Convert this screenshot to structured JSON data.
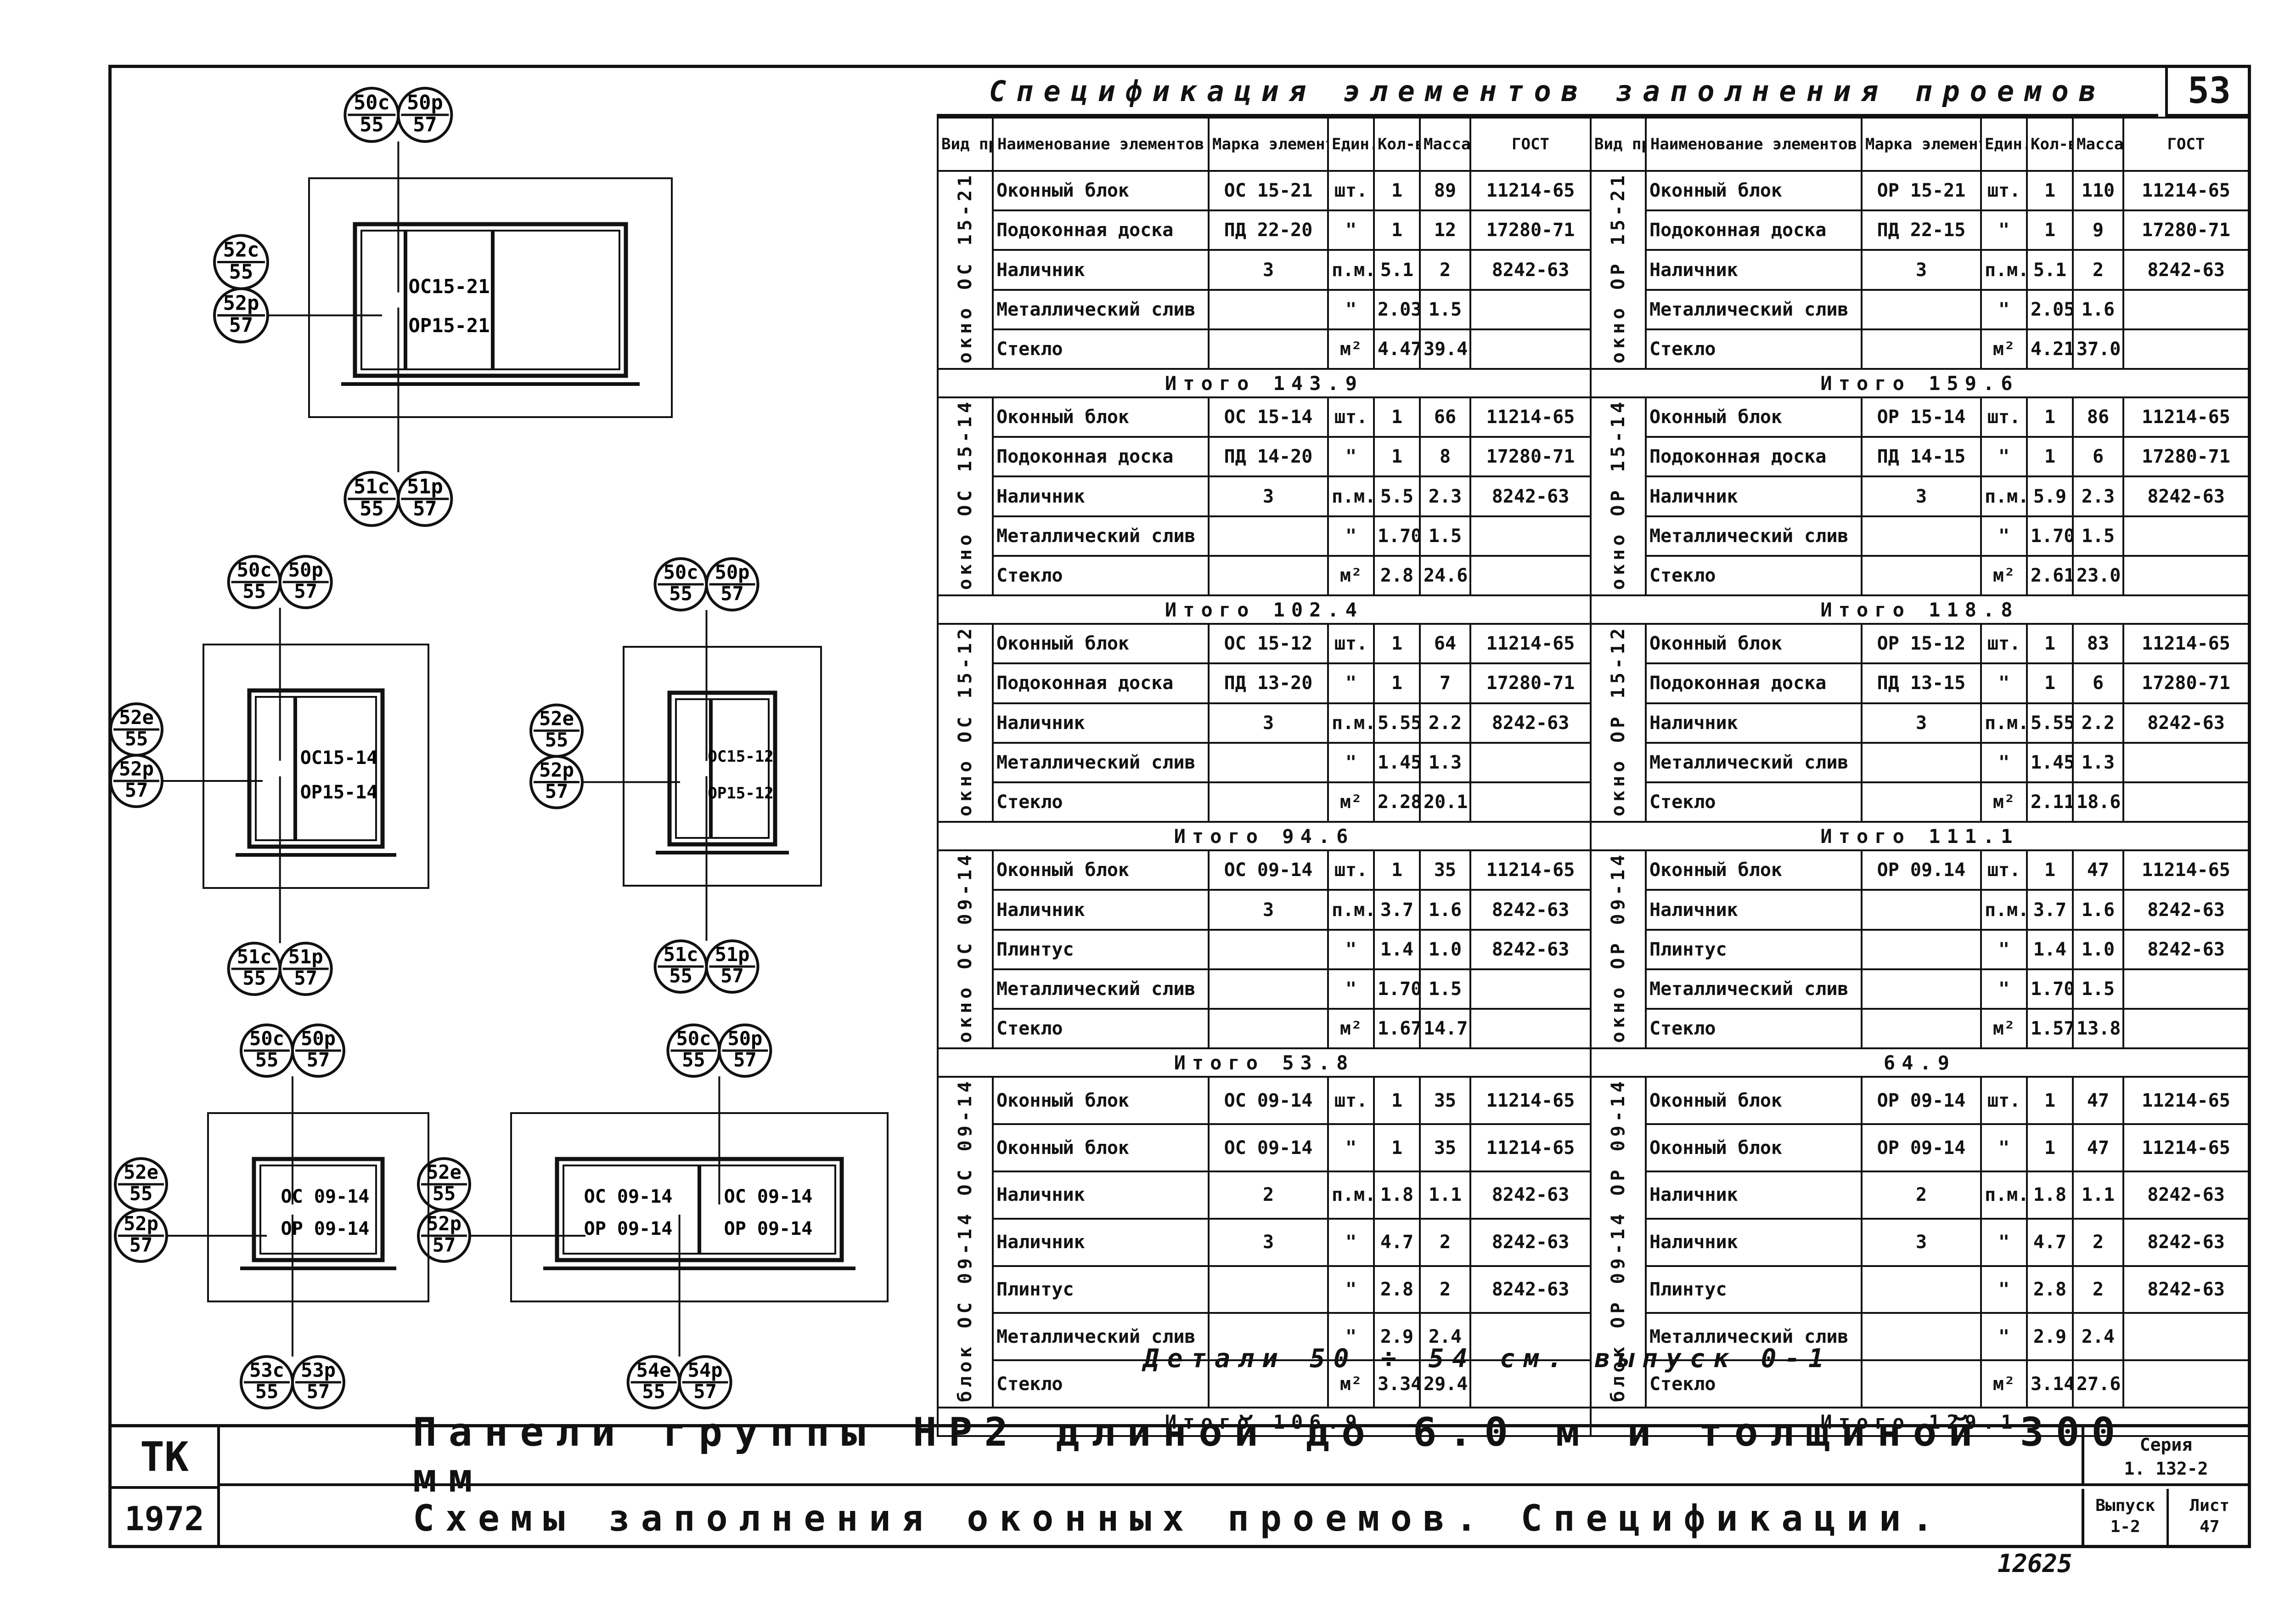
{
  "spec_title": "Спецификация элементов заполнения проемов",
  "sheet_number": "53",
  "headers": {
    "vid": "Вид проема",
    "name": "Наименование элементов",
    "mark": "Марка элемента",
    "unit": "Един. изм.",
    "qty": "Кол-во",
    "mass": "Масса кг",
    "gost": "ГОСТ"
  },
  "left_groups": [
    {
      "label": "окно ОС 15-21",
      "rows": [
        [
          "Оконный блок",
          "ОС 15-21",
          "шт.",
          "1",
          "89",
          "11214-65"
        ],
        [
          "Подоконная доска",
          "ПД 22-20",
          "\"",
          "1",
          "12",
          "17280-71"
        ],
        [
          "Наличник",
          "3",
          "п.м.",
          "5.1",
          "2",
          "8242-63"
        ],
        [
          "Металлический слив",
          "",
          "\"",
          "2.03",
          "1.5",
          ""
        ],
        [
          "Стекло",
          "",
          "м²",
          "4.47",
          "39.4",
          ""
        ]
      ],
      "total": "Итого 143.9"
    },
    {
      "label": "окно ОС 15-14",
      "rows": [
        [
          "Оконный блок",
          "ОС 15-14",
          "шт.",
          "1",
          "66",
          "11214-65"
        ],
        [
          "Подоконная доска",
          "ПД 14-20",
          "\"",
          "1",
          "8",
          "17280-71"
        ],
        [
          "Наличник",
          "3",
          "п.м.",
          "5.5",
          "2.3",
          "8242-63"
        ],
        [
          "Металлический слив",
          "",
          "\"",
          "1.70",
          "1.5",
          ""
        ],
        [
          "Стекло",
          "",
          "м²",
          "2.8",
          "24.6",
          ""
        ]
      ],
      "total": "Итого 102.4"
    },
    {
      "label": "окно ОС 15-12",
      "rows": [
        [
          "Оконный блок",
          "ОС 15-12",
          "шт.",
          "1",
          "64",
          "11214-65"
        ],
        [
          "Подоконная доска",
          "ПД 13-20",
          "\"",
          "1",
          "7",
          "17280-71"
        ],
        [
          "Наличник",
          "3",
          "п.м.",
          "5.55",
          "2.2",
          "8242-63"
        ],
        [
          "Металлический слив",
          "",
          "\"",
          "1.45",
          "1.3",
          ""
        ],
        [
          "Стекло",
          "",
          "м²",
          "2.28",
          "20.1",
          ""
        ]
      ],
      "total": "Итого 94.6"
    },
    {
      "label": "окно ОС 09-14",
      "rows": [
        [
          "Оконный блок",
          "ОС 09-14",
          "шт.",
          "1",
          "35",
          "11214-65"
        ],
        [
          "Наличник",
          "3",
          "п.м.",
          "3.7",
          "1.6",
          "8242-63"
        ],
        [
          "Плинтус",
          "",
          "\"",
          "1.4",
          "1.0",
          "8242-63"
        ],
        [
          "Металлический слив",
          "",
          "\"",
          "1.70",
          "1.5",
          ""
        ],
        [
          "Стекло",
          "",
          "м²",
          "1.67",
          "14.7",
          ""
        ]
      ],
      "total": "Итого 53.8"
    },
    {
      "label": "блок ОС 09-14 ОС 09-14",
      "rows": [
        [
          "Оконный блок",
          "ОС 09-14",
          "шт.",
          "1",
          "35",
          "11214-65"
        ],
        [
          "Оконный блок",
          "ОС 09-14",
          "\"",
          "1",
          "35",
          "11214-65"
        ],
        [
          "Наличник",
          "2",
          "п.м.",
          "1.8",
          "1.1",
          "8242-63"
        ],
        [
          "Наличник",
          "3",
          "\"",
          "4.7",
          "2",
          "8242-63"
        ],
        [
          "Плинтус",
          "",
          "\"",
          "2.8",
          "2",
          "8242-63"
        ],
        [
          "Металлический слив",
          "",
          "\"",
          "2.9",
          "2.4",
          ""
        ],
        [
          "Стекло",
          "",
          "м²",
          "3.34",
          "29.4",
          ""
        ]
      ],
      "total": "Итого 106.9"
    }
  ],
  "right_groups": [
    {
      "label": "окно ОР 15-21",
      "rows": [
        [
          "Оконный блок",
          "ОР 15-21",
          "шт.",
          "1",
          "110",
          "11214-65"
        ],
        [
          "Подоконная доска",
          "ПД 22-15",
          "\"",
          "1",
          "9",
          "17280-71"
        ],
        [
          "Наличник",
          "3",
          "п.м.",
          "5.1",
          "2",
          "8242-63"
        ],
        [
          "Металлический слив",
          "",
          "\"",
          "2.05",
          "1.6",
          ""
        ],
        [
          "Стекло",
          "",
          "м²",
          "4.21",
          "37.0",
          ""
        ]
      ],
      "total": "Итого 159.6"
    },
    {
      "label": "окно ОР 15-14",
      "rows": [
        [
          "Оконный блок",
          "ОР 15-14",
          "шт.",
          "1",
          "86",
          "11214-65"
        ],
        [
          "Подоконная доска",
          "ПД 14-15",
          "\"",
          "1",
          "6",
          "17280-71"
        ],
        [
          "Наличник",
          "3",
          "п.м.",
          "5.9",
          "2.3",
          "8242-63"
        ],
        [
          "Металлический слив",
          "",
          "\"",
          "1.70",
          "1.5",
          ""
        ],
        [
          "Стекло",
          "",
          "м²",
          "2.61",
          "23.0",
          ""
        ]
      ],
      "total": "Итого 118.8"
    },
    {
      "label": "окно ОР 15-12",
      "rows": [
        [
          "Оконный блок",
          "ОР 15-12",
          "шт.",
          "1",
          "83",
          "11214-65"
        ],
        [
          "Подоконная доска",
          "ПД 13-15",
          "\"",
          "1",
          "6",
          "17280-71"
        ],
        [
          "Наличник",
          "3",
          "п.м.",
          "5.55",
          "2.2",
          "8242-63"
        ],
        [
          "Металлический слив",
          "",
          "\"",
          "1.45",
          "1.3",
          ""
        ],
        [
          "Стекло",
          "",
          "м²",
          "2.11",
          "18.6",
          ""
        ]
      ],
      "total": "Итого 111.1"
    },
    {
      "label": "окно ОР 09-14",
      "rows": [
        [
          "Оконный блок",
          "ОР 09.14",
          "шт.",
          "1",
          "47",
          "11214-65"
        ],
        [
          "Наличник",
          "",
          "п.м.",
          "3.7",
          "1.6",
          "8242-63"
        ],
        [
          "Плинтус",
          "",
          "\"",
          "1.4",
          "1.0",
          "8242-63"
        ],
        [
          "Металлический слив",
          "",
          "\"",
          "1.70",
          "1.5",
          ""
        ],
        [
          "Стекло",
          "",
          "м²",
          "1.57",
          "13.8",
          ""
        ]
      ],
      "total": "64.9"
    },
    {
      "label": "блок ОР 09-14 ОР 09-14",
      "rows": [
        [
          "Оконный блок",
          "ОР 09-14",
          "шт.",
          "1",
          "47",
          "11214-65"
        ],
        [
          "Оконный блок",
          "ОР 09-14",
          "\"",
          "1",
          "47",
          "11214-65"
        ],
        [
          "Наличник",
          "2",
          "п.м.",
          "1.8",
          "1.1",
          "8242-63"
        ],
        [
          "Наличник",
          "3",
          "\"",
          "4.7",
          "2",
          "8242-63"
        ],
        [
          "Плинтус",
          "",
          "\"",
          "2.8",
          "2",
          "8242-63"
        ],
        [
          "Металлический слив",
          "",
          "\"",
          "2.9",
          "2.4",
          ""
        ],
        [
          "Стекло",
          "",
          "м²",
          "3.14",
          "27.6",
          ""
        ]
      ],
      "total": "Итого 129.1"
    }
  ],
  "drawings": {
    "w1": {
      "top": [
        "50с",
        "55",
        "50р",
        "57"
      ],
      "left_a": [
        "52с",
        "55"
      ],
      "left_b": [
        "52р",
        "57"
      ],
      "bottom": [
        "51с",
        "55",
        "51р",
        "57"
      ],
      "marks": [
        "ОС15-21",
        "ОР15-21"
      ]
    },
    "w2": {
      "top": [
        "50с",
        "55",
        "50р",
        "57"
      ],
      "left_a": [
        "52е",
        "55"
      ],
      "left_b": [
        "52р",
        "57"
      ],
      "bottom": [
        "51с",
        "55",
        "51р",
        "57"
      ],
      "marks": [
        "ОС15-14",
        "ОР15-14"
      ]
    },
    "w3": {
      "top": [
        "50с",
        "55",
        "50р",
        "57"
      ],
      "left_a": [
        "52е",
        "55"
      ],
      "left_b": [
        "52р",
        "57"
      ],
      "bottom": [
        "51с",
        "55",
        "51р",
        "57"
      ],
      "marks": [
        "ОС15-12",
        "ОР15-12"
      ]
    },
    "w4": {
      "top": [
        "50с",
        "55",
        "50р",
        "57"
      ],
      "left_a": [
        "52е",
        "55"
      ],
      "left_b": [
        "52р",
        "57"
      ],
      "bottom": [
        "53с",
        "55",
        "53р",
        "57"
      ],
      "marks": [
        "ОС 09-14",
        "ОР 09-14"
      ]
    },
    "w5": {
      "top": [
        "50с",
        "55",
        "50р",
        "57"
      ],
      "left_a": [
        "52е",
        "55"
      ],
      "left_b": [
        "52р",
        "57"
      ],
      "bottom": [
        "54е",
        "55",
        "54р",
        "57"
      ],
      "marks": [
        "ОС 09-14",
        "ОР 09-14",
        "ОС 09-14",
        "ОР 09-14"
      ]
    }
  },
  "details_note": "Детали 50 ÷ 54 см. выпуск 0-1",
  "title_block": {
    "tk": "ТК",
    "year": "1972",
    "line1": "Панели группы НР2 длиной до 6.0 м и толщиной 300 мм",
    "line2": "Схемы заполнения оконных проемов. Спецификации.",
    "series_label": "Серия",
    "series_value": "1. 132-2",
    "issue_label": "Выпуск",
    "issue_value": "1-2",
    "sheet_label": "Лист",
    "sheet_value": "47"
  },
  "archive_number": "12625"
}
